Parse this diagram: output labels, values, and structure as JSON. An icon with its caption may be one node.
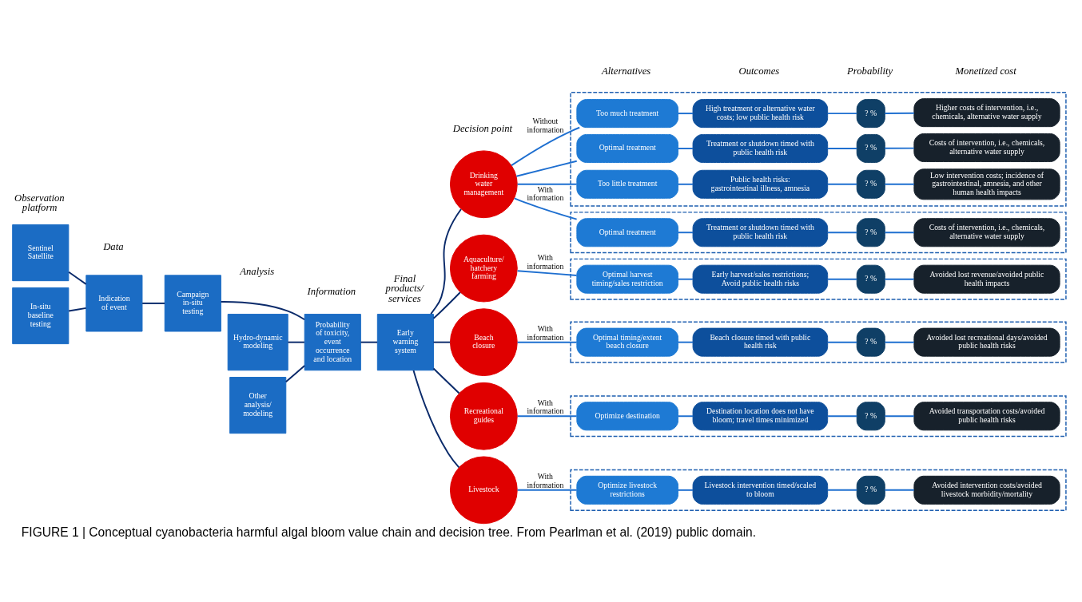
{
  "diagram": {
    "caption": "FIGURE 1 | Conceptual cyanobacteria harmful algal bloom value chain and decision tree. From Pearlman et al. (2019) public domain.",
    "nodes": [
      {
        "text": [
          "Sentinel Satellite"
        ]
      },
      {
        "text": [
          "In-situ baseline testing"
        ]
      },
      {
        "text": [
          "Indication of event"
        ]
      },
      {
        "text": [
          "Campaign in-situ testing"
        ]
      },
      {
        "text": [
          "Hydro-dynamic modeling"
        ]
      },
      {
        "text": [
          "Other analysis/ modeling"
        ]
      },
      {
        "text": [
          "Probability of toxicity, event occurrence and location"
        ]
      },
      {
        "text": [
          "Early warning system"
        ]
      },
      {
        "text": [
          "Drinking water management"
        ]
      },
      {
        "text": [
          "Aquaculture/ hatchery farming"
        ]
      },
      {
        "text": [
          "Beach closure"
        ]
      },
      {
        "text": [
          "Recreational guides"
        ]
      },
      {
        "text": [
          "Livestock"
        ]
      },
      {
        "text": [],
        "shape": "box"
      },
      {
        "text": [
          "Too much treatment"
        ],
        "in": 13
      },
      {
        "text": [
          "High treatment or alternative water costs; low public health risk"
        ],
        "in": 13
      },
      {
        "text": [
          "? %"
        ],
        "in": 13
      },
      {
        "text": [
          "Higher costs of intervention, i.e., chemicals, alternative water supply"
        ],
        "in": 13
      },
      {
        "text": [
          "Optimal treatment"
        ],
        "in": 13
      },
      {
        "text": [
          "Treatment or shutdown timed with public health risk"
        ],
        "in": 13
      },
      {
        "text": [
          "? %"
        ],
        "in": 13
      },
      {
        "text": [
          "Costs of intervention, i.e., chemicals, alternative water supply"
        ],
        "in": 13
      },
      {
        "text": [
          "Too little treatment"
        ],
        "in": 13
      },
      {
        "text": [
          "Public health risks: gastrointestinal illness, amnesia"
        ],
        "in": 13
      },
      {
        "text": [
          "? %"
        ],
        "in": 13
      },
      {
        "text": [
          "Low intervention costs; incidence of gastrointestinal, amnesia, and other human health impacts"
        ],
        "in": 13
      },
      {
        "text": [],
        "shape": "box"
      },
      {
        "text": [
          "Optimal treatment"
        ],
        "in": 26
      },
      {
        "text": [
          "Treatment or shutdown timed with public health risk"
        ],
        "in": 26
      },
      {
        "text": [
          "? %"
        ],
        "in": 26
      },
      {
        "text": [
          "Costs of intervention, i.e., chemicals, alternative water supply"
        ],
        "in": 26
      },
      {
        "text": [],
        "shape": "box"
      },
      {
        "text": [
          "Optimal harvest timing/sales restriction"
        ],
        "in": 31
      },
      {
        "text": [
          "Early harvest/sales restrictions; Avoid public health risks"
        ],
        "in": 31
      },
      {
        "text": [
          "? %"
        ],
        "in": 31
      },
      {
        "text": [
          "Avoided lost revenue/avoided public health impacts"
        ],
        "in": 31
      },
      {
        "text": [],
        "shape": "box"
      },
      {
        "text": [
          "Optimal timing/extent beach closure"
        ],
        "in": 36
      },
      {
        "text": [
          "Beach closure timed with public health risk"
        ],
        "in": 36
      },
      {
        "text": [
          "? %"
        ],
        "in": 36
      },
      {
        "text": [
          "Avoided lost recreational days/avoided public health risks"
        ],
        "in": 36
      },
      {
        "text": [],
        "shape": "box"
      },
      {
        "text": [
          "Optimize destination"
        ],
        "in": 41
      },
      {
        "text": [
          "Destination location does not have bloom; travel times minimized"
        ],
        "in": 41
      },
      {
        "text": [
          "? %"
        ],
        "in": 41
      },
      {
        "text": [
          "Avoided transportation costs/avoided public health risks"
        ],
        "in": 41
      },
      {
        "text": [],
        "shape": "box"
      },
      {
        "text": [
          "Optimize livestock restrictions"
        ],
        "in": 46
      },
      {
        "text": [
          "Livestock intervention timed/scaled to bloom"
        ],
        "in": 46
      },
      {
        "text": [
          "? %"
        ],
        "in": 46
      },
      {
        "text": [
          "Avoided intervention costs/avoided livestock morbidity/mortality"
        ],
        "in": 46
      }
    ],
    "edges": [
      {
        "from": 0,
        "to": 2,
        "arrow": "none",
        "color": "#0a2a6a"
      },
      {
        "from": 1,
        "to": 2,
        "arrow": "none",
        "color": "#0a2a6a"
      },
      {
        "from": 2,
        "to": 3,
        "arrow": "none",
        "color": "#0a2a6a"
      },
      {
        "from": 3,
        "to": 6,
        "arrow": "none",
        "color": "#0a2a6a"
      },
      {
        "from": 4,
        "to": 6,
        "arrow": "none",
        "color": "#0a2a6a"
      },
      {
        "from": 5,
        "to": 6,
        "arrow": "none",
        "color": "#0a2a6a"
      },
      {
        "from": 6,
        "to": 7,
        "arrow": "none",
        "color": "#0a2a6a"
      },
      {
        "from": 7,
        "to": 8,
        "arrow": "none",
        "color": "#0a2a6a"
      },
      {
        "from": 7,
        "to": 9,
        "arrow": "none",
        "color": "#0a2a6a"
      },
      {
        "from": 7,
        "to": 10,
        "arrow": "none",
        "color": "#0a2a6a"
      },
      {
        "from": 7,
        "to": 11,
        "arrow": "none",
        "color": "#0a2a6a"
      },
      {
        "from": 7,
        "to": 12,
        "arrow": "none",
        "color": "#0a2a6a"
      },
      {
        "from": 8,
        "to": 14,
        "arrow": "none",
        "label": "Without information"
      },
      {
        "from": 8,
        "to": 18,
        "arrow": "none"
      },
      {
        "from": 8,
        "to": 22,
        "arrow": "none"
      },
      {
        "from": 14,
        "to": 15,
        "arrow": "none"
      },
      {
        "from": 15,
        "to": 16,
        "arrow": "none"
      },
      {
        "from": 16,
        "to": 17,
        "arrow": "none"
      },
      {
        "from": 18,
        "to": 19,
        "arrow": "none"
      },
      {
        "from": 19,
        "to": 20,
        "arrow": "none"
      },
      {
        "from": 20,
        "to": 21,
        "arrow": "none"
      },
      {
        "from": 22,
        "to": 23,
        "arrow": "none"
      },
      {
        "from": 23,
        "to": 24,
        "arrow": "none"
      },
      {
        "from": 24,
        "to": 25,
        "arrow": "none"
      },
      {
        "from": 8,
        "to": 27,
        "arrow": "none",
        "label": "With information"
      },
      {
        "from": 27,
        "to": 28,
        "arrow": "none"
      },
      {
        "from": 28,
        "to": 29,
        "arrow": "none"
      },
      {
        "from": 29,
        "to": 30,
        "arrow": "none"
      },
      {
        "from": 9,
        "to": 32,
        "arrow": "none",
        "label": "With information"
      },
      {
        "from": 32,
        "to": 33,
        "arrow": "none"
      },
      {
        "from": 33,
        "to": 34,
        "arrow": "none"
      },
      {
        "from": 34,
        "to": 35,
        "arrow": "none"
      },
      {
        "from": 10,
        "to": 37,
        "arrow": "none",
        "label": "With information"
      },
      {
        "from": 37,
        "to": 38,
        "arrow": "none"
      },
      {
        "from": 38,
        "to": 39,
        "arrow": "none"
      },
      {
        "from": 39,
        "to": 40,
        "arrow": "none"
      },
      {
        "from": 11,
        "to": 42,
        "arrow": "none",
        "label": "With information"
      },
      {
        "from": 42,
        "to": 43,
        "arrow": "none"
      },
      {
        "from": 43,
        "to": 44,
        "arrow": "none"
      },
      {
        "from": 44,
        "to": 45,
        "arrow": "none"
      },
      {
        "from": 12,
        "to": 47,
        "arrow": "none",
        "label": "With information"
      },
      {
        "from": 47,
        "to": 48,
        "arrow": "none"
      },
      {
        "from": 48,
        "to": 49,
        "arrow": "none"
      },
      {
        "from": 49,
        "to": 50,
        "arrow": "none"
      }
    ],
    "labels": [
      "Observation platform",
      "Data",
      "Analysis",
      "Information",
      "Final products/ services",
      "Decision point",
      "Alternatives",
      "Outcomes",
      "Probability",
      "Monetized cost"
    ]
  }
}
